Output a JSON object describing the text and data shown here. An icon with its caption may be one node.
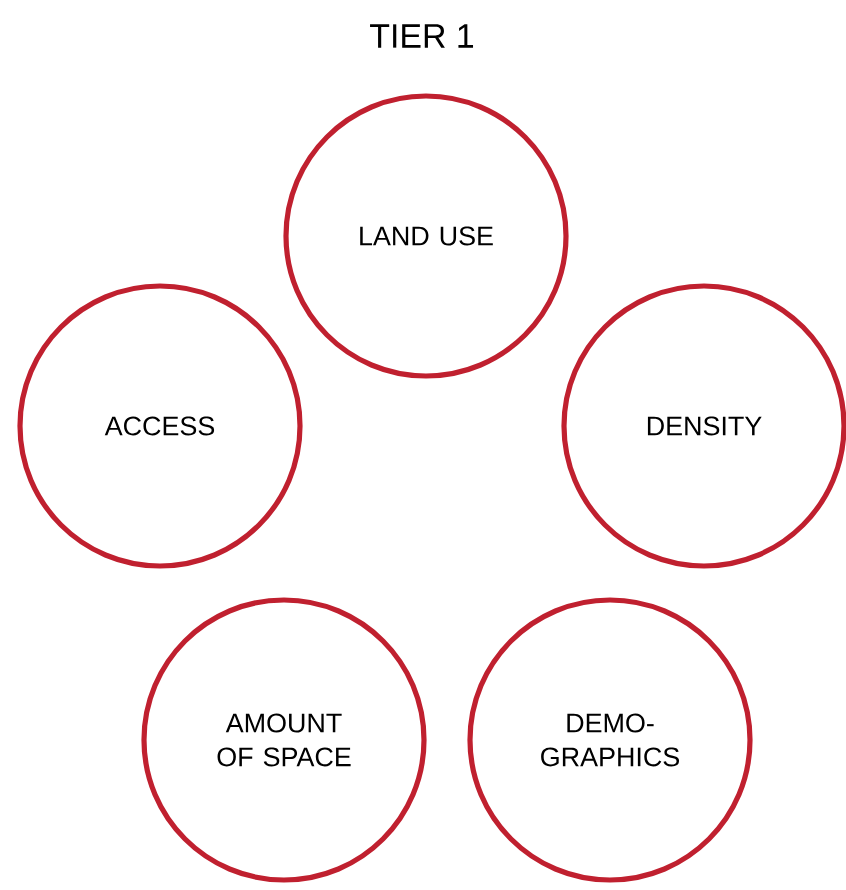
{
  "diagram": {
    "title": "TIER 1",
    "nodes": [
      {
        "text": [
          "LAND USE"
        ]
      },
      {
        "text": [
          "ACCESS"
        ]
      },
      {
        "text": [
          "DENSITY"
        ]
      },
      {
        "text": [
          "AMOUNT OF SPACE"
        ]
      },
      {
        "text": [
          "DEMO- GRAPHICS"
        ]
      }
    ]
  }
}
